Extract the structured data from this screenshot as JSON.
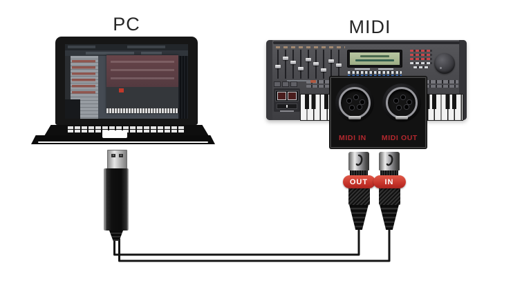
{
  "diagram": {
    "pc": {
      "label": "PC"
    },
    "midi_device": {
      "label": "MIDI"
    },
    "midi_ports_inset": {
      "in_label": "MIDI IN",
      "out_label": "MIDI OUT"
    },
    "cable": {
      "out_plug_label": "OUT",
      "in_plug_label": "IN"
    },
    "colors": {
      "background": "#ffffff",
      "device_black": "#141414",
      "synth_gray": "#4a4a4e",
      "lcd_green": "#aebd97",
      "port_label_red": "#b3282e",
      "plug_band_red": "#cd3a30",
      "label_text": "#262626"
    }
  }
}
